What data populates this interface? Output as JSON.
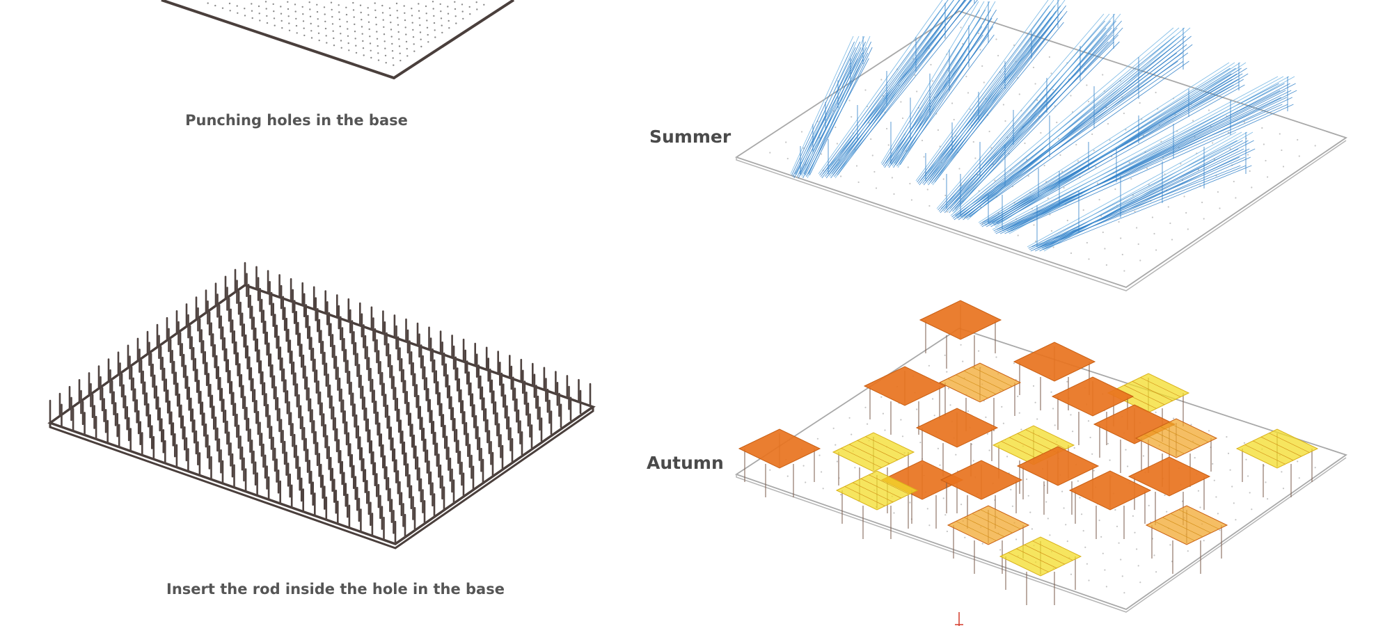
{
  "captions": {
    "punching": "Punching holes in the base",
    "insert": "Insert the rod inside the hole in the base"
  },
  "seasons": {
    "summer": "Summer",
    "autumn": "Autumn"
  },
  "colors": {
    "base_edge": "#4a3f3c",
    "rod": "#4f4340",
    "hole": "#8a8a8a",
    "summer_strand": "#2f7fc8",
    "summer_strand_light": "#6fb3e3",
    "autumn_orange": "#e8731e",
    "autumn_amber": "#f2a830",
    "autumn_yellow": "#f3dc2a",
    "plate_edge": "#a0a0a0"
  }
}
